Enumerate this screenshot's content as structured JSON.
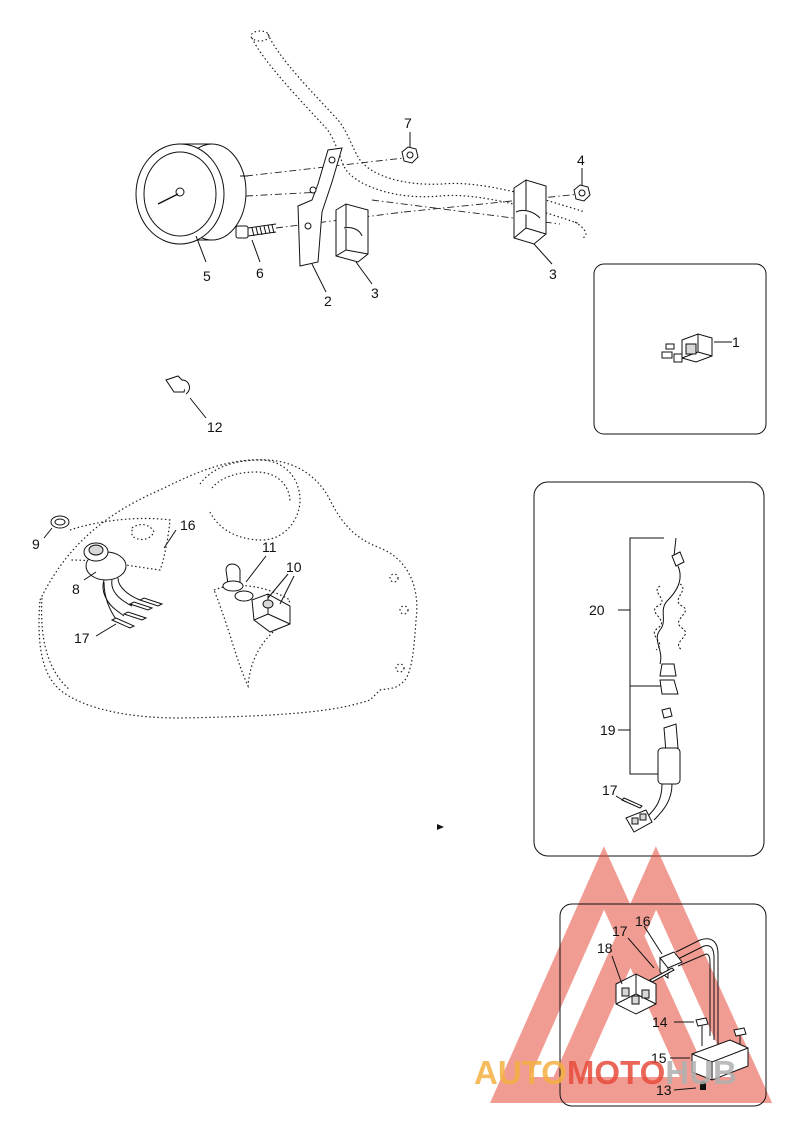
{
  "callouts": {
    "c1": "1",
    "c2": "2",
    "c3a": "3",
    "c3b": "3",
    "c4": "4",
    "c5": "5",
    "c6": "6",
    "c7": "7",
    "c8": "8",
    "c9": "9",
    "c10": "10",
    "c11": "11",
    "c12": "12",
    "c16a": "16",
    "c17a": "17",
    "c20": "20",
    "c19": "19",
    "c17b": "17",
    "c16b": "16",
    "c17c": "17",
    "c18": "18",
    "c14": "14",
    "c15": "15",
    "c13": "13"
  },
  "watermark": {
    "part1": "AUTO",
    "part2": "MOTO",
    "part3": "HUB",
    "color_orange": "#f5b041",
    "color_red": "#e74c3c",
    "color_gray": "#b0b0b0"
  }
}
